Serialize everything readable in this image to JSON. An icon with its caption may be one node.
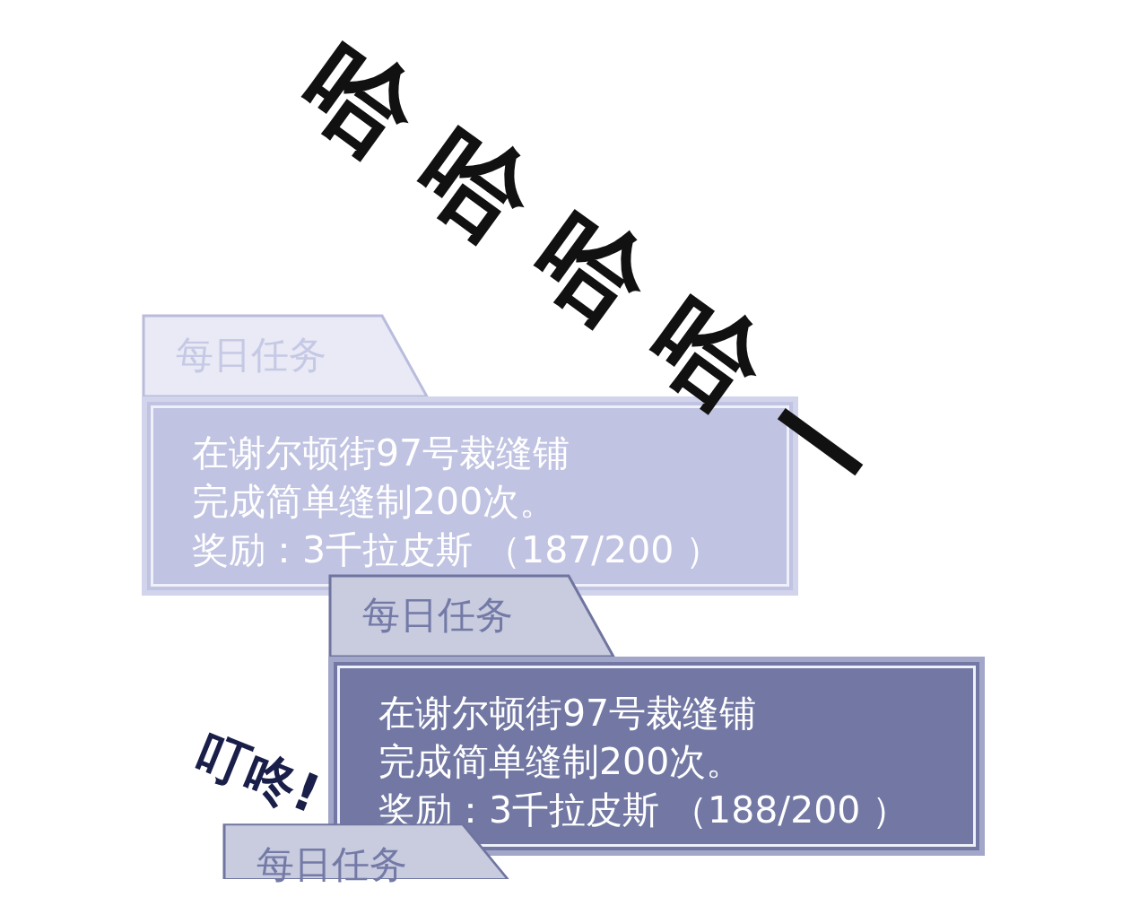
{
  "diagram": {
    "nodes": [
      {
        "text": [
          "每日任务",
          "在谢尔顿街97号裁缝铺完成简单缝制200次。",
          "奖励：3千拉皮斯 （187/200 ）"
        ]
      },
      {
        "text": [
          "每日任务",
          "在谢尔顿街97号裁缝铺完成简单缝制200次。",
          "奖励：3千拉皮斯 （188/200 ）"
        ]
      },
      {
        "text": [
          "每日任务"
        ]
      }
    ],
    "edges": [],
    "labels": [
      "哈哈哈哈—",
      "叮咚!"
    ]
  }
}
